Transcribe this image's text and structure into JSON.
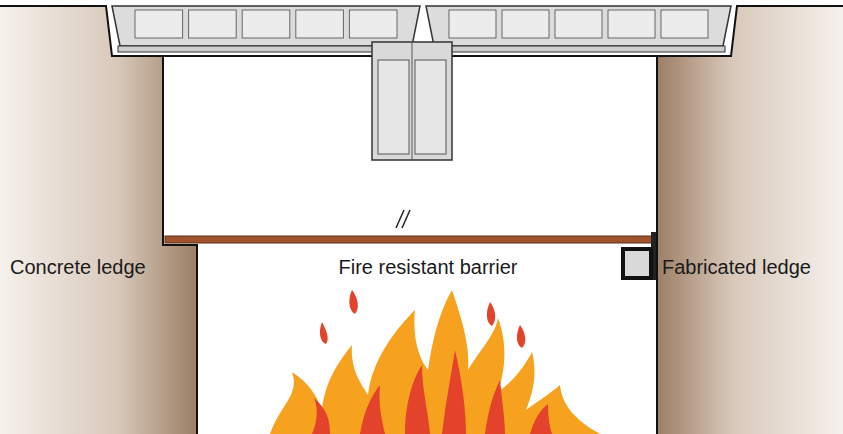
{
  "diagram": {
    "labels": [
      "Concrete ledge",
      "Fire resistant barrier",
      "Fabricated ledge"
    ]
  }
}
